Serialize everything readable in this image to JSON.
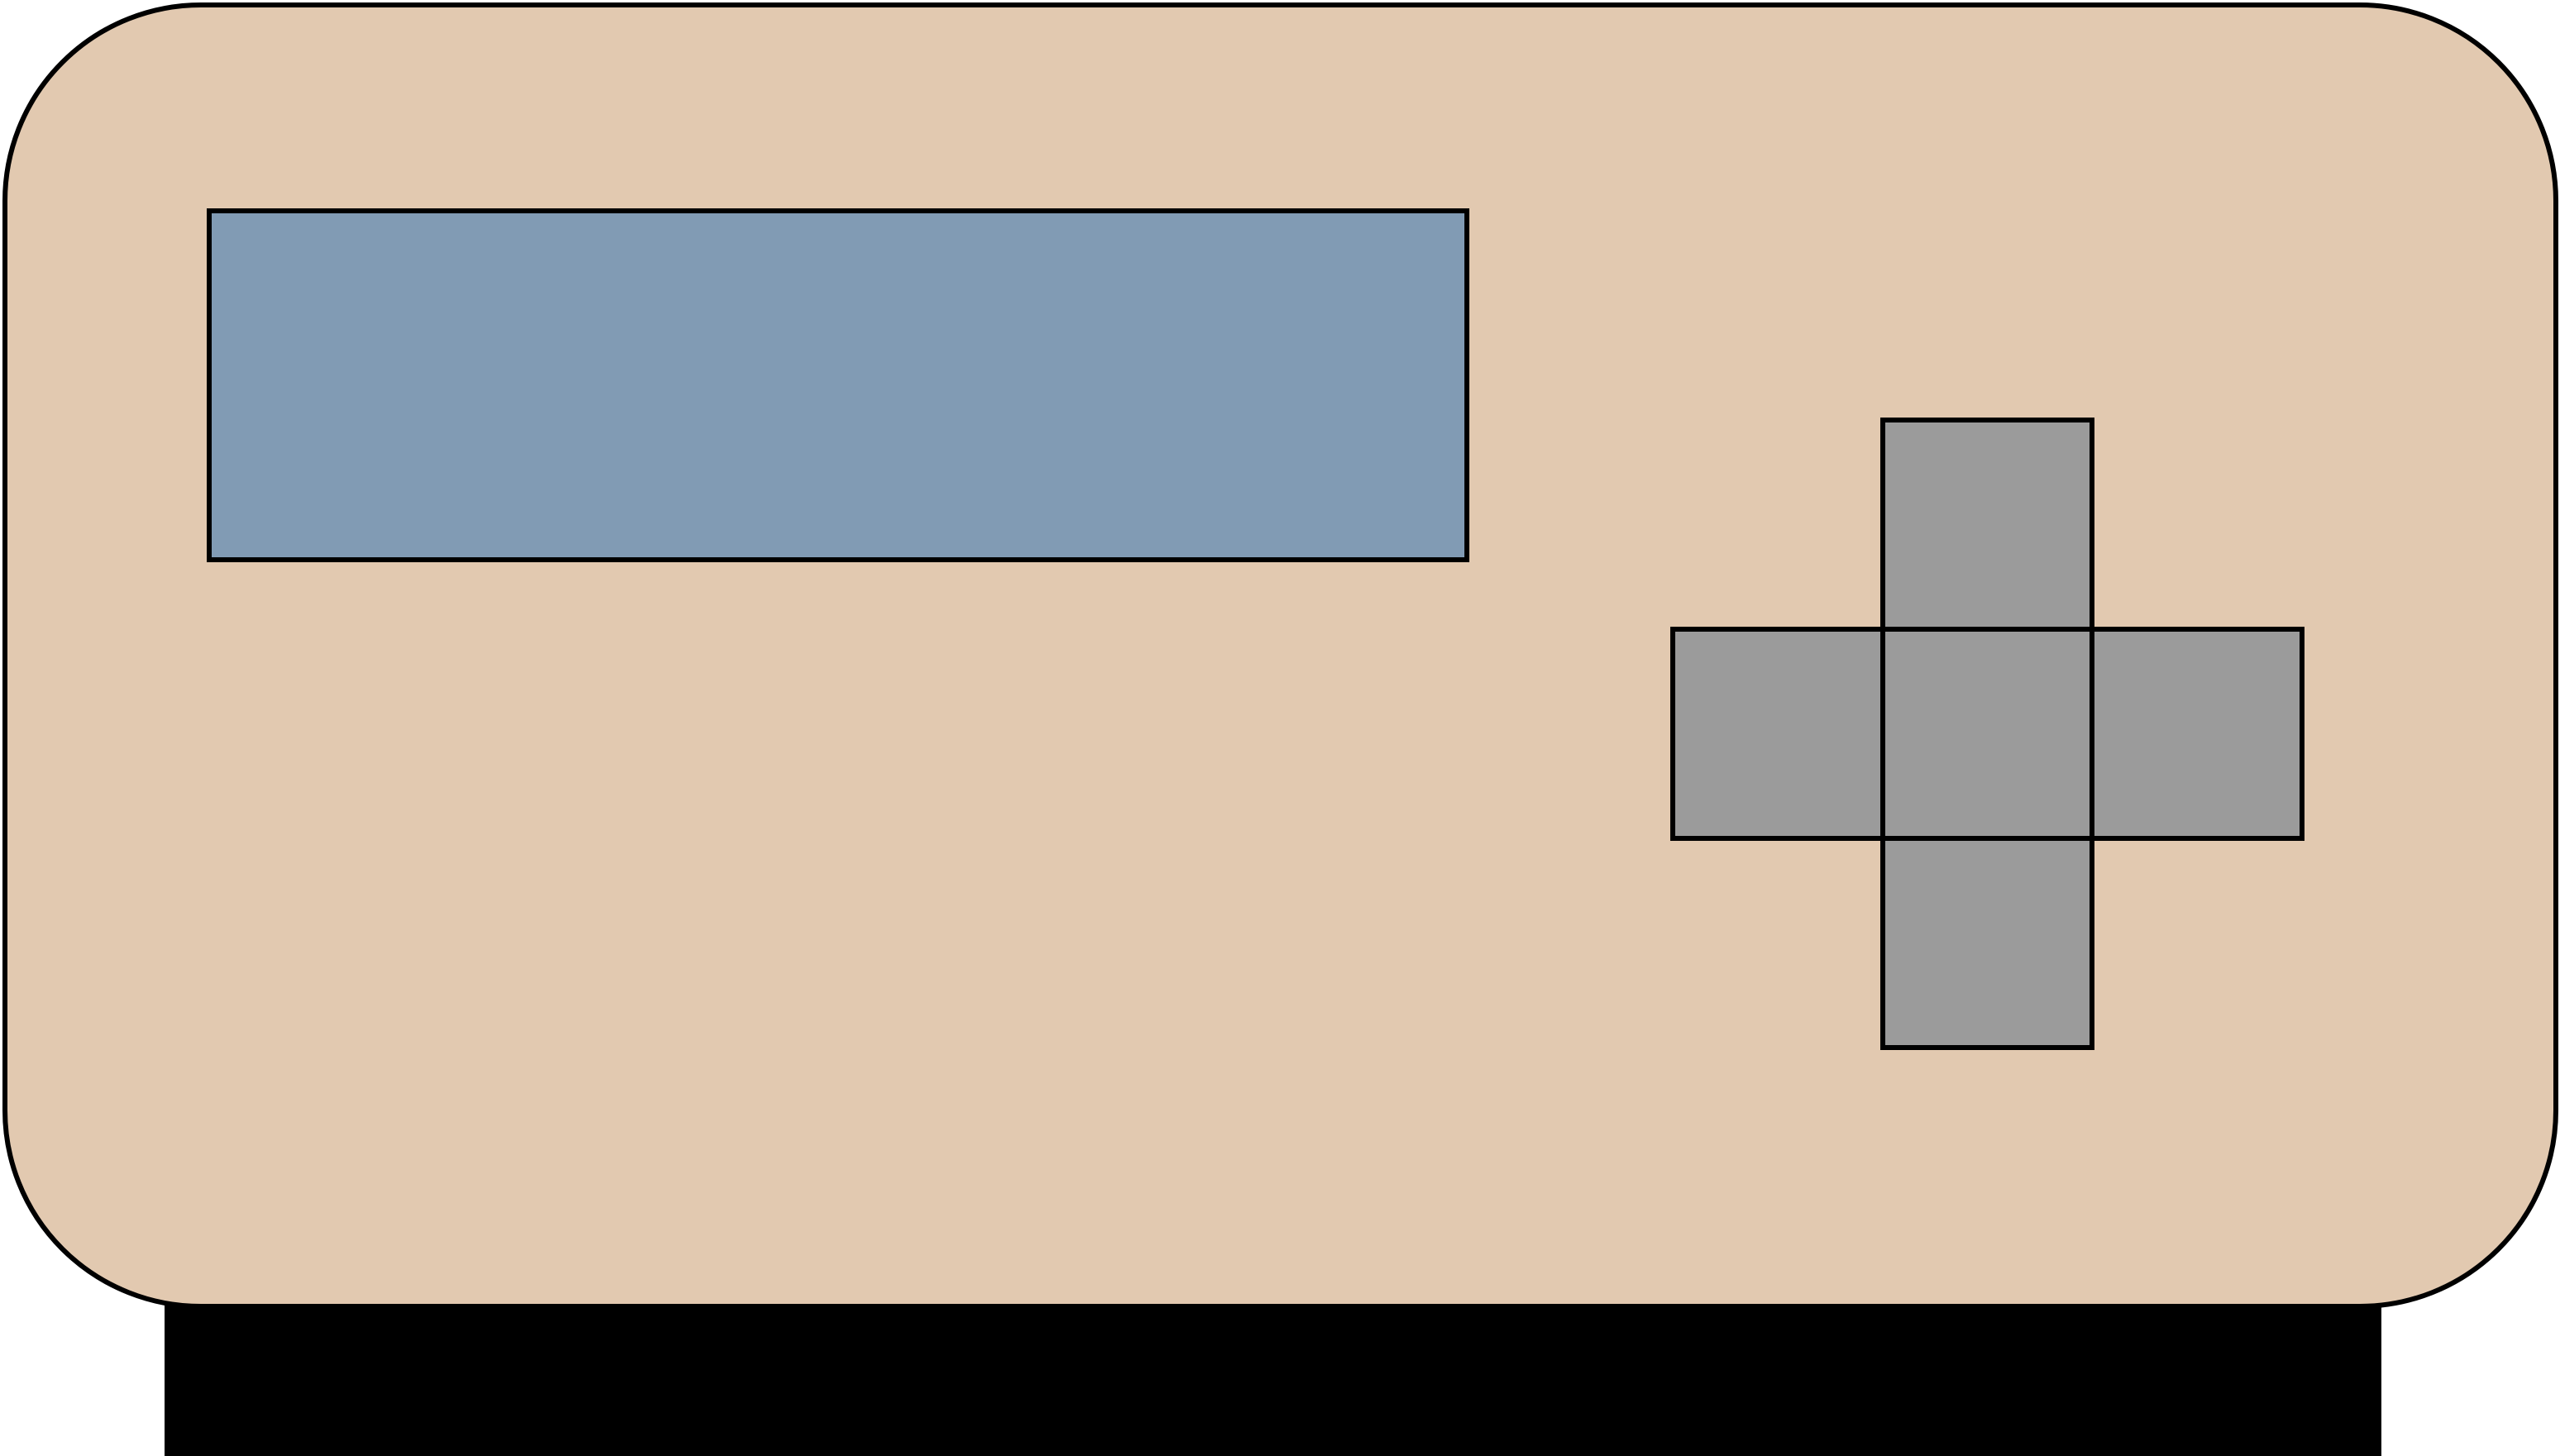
{
  "device": {
    "body_color": "#e2c9b0",
    "base_color": "#000000",
    "outline_color": "#000000",
    "screen_color": "#819bb4",
    "dpad_color": "#9b9b9b"
  },
  "dpad": {
    "buttons": [
      "up",
      "left",
      "center",
      "right",
      "down"
    ]
  }
}
